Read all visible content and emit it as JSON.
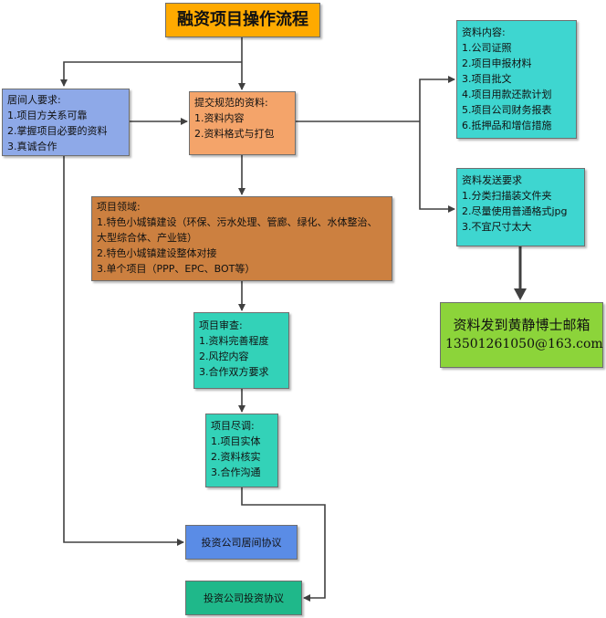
{
  "colors": {
    "title": "#FFAA00",
    "blue": "#8EA9E8",
    "orange": "#F4A46A",
    "brown": "#CC8040",
    "teal": "#33D2B8",
    "cyan": "#3ED6D0",
    "green": "#8CD43A",
    "blue2": "#5A8CE6",
    "teal2": "#1FB88A",
    "arrow": "#404040"
  },
  "title": "融资项目操作流程",
  "intermediary": {
    "heading": "居间人要求:",
    "items": [
      "1.项目方关系可靠",
      "2.掌握项目必要的资料",
      "3.真诚合作"
    ]
  },
  "submit": {
    "heading": "提交规范的资料:",
    "items": [
      "1.资料内容",
      "2.资料格式与打包"
    ]
  },
  "field": {
    "heading": "项目领域:",
    "items": [
      "1.特色小城镇建设（环保、污水处理、管廊、绿化、水体整治、大型综合体、产业链）",
      "2.特色小城镇建设整体对接",
      "3.单个项目（PPP、EPC、BOT等）"
    ]
  },
  "review": {
    "heading": "项目审查:",
    "items": [
      "1.资料完善程度",
      "2.风控内容",
      "3.合作双方要求"
    ]
  },
  "diligence": {
    "heading": "项目尽调:",
    "items": [
      "1.项目实体",
      "2.资料核实",
      "3.合作沟通"
    ]
  },
  "materials": {
    "heading": "资料内容:",
    "items": [
      "1.公司证照",
      "2.项目申报材料",
      "3.项目批文",
      "4.项目用款还款计划",
      "5.项目公司财务报表",
      "6.抵押品和增信措施"
    ]
  },
  "sending": {
    "heading": "资料发送要求",
    "items": [
      "1.分类扫描装文件夹",
      "2.尽量使用普通格式jpg",
      "3.不宜尺寸太大"
    ]
  },
  "send_to": {
    "line1": "资料发到黄静博士邮箱",
    "line2": "13501261050@163.com"
  },
  "agreement_intermediary": "投资公司居间协议",
  "agreement_investment": "投资公司投资协议"
}
